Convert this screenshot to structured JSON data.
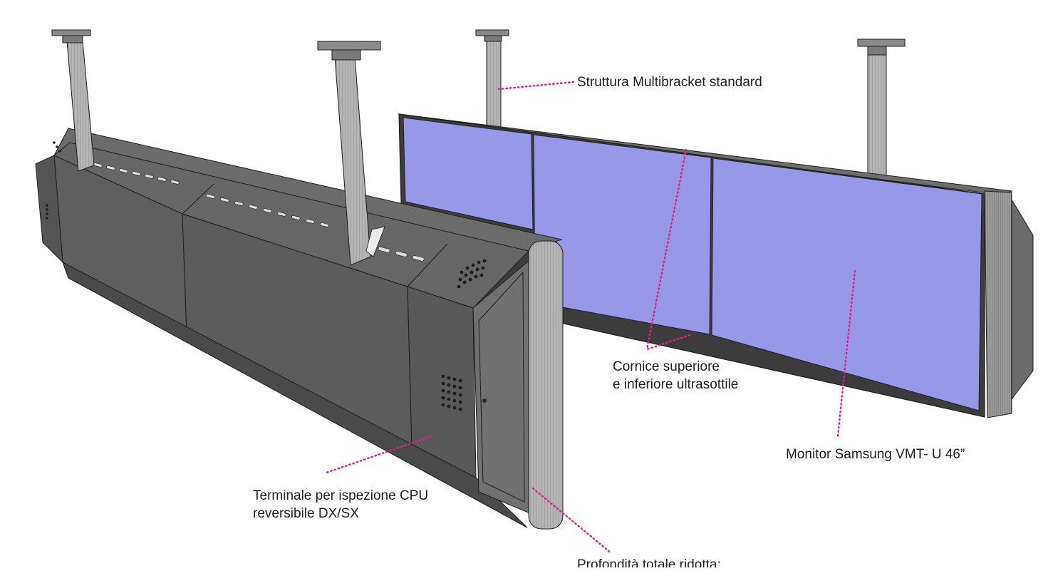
{
  "colors": {
    "leader": "#e0208a",
    "screen": "#9898e8",
    "body_dark": "#5a5a5a",
    "body_mid": "#6b6b6b",
    "body_light": "#8a8a8a",
    "pole": "#a8a8a8",
    "outline": "#1e1e1e"
  },
  "labels": {
    "struttura": "Struttura Multibracket standard",
    "cornice_line1": "Cornice superiore",
    "cornice_line2": "e inferiore ultrasottile",
    "monitor": "Monitor Samsung VMT- U 46”",
    "terminale_line1": "Terminale per ispezione CPU",
    "terminale_line2": "reversibile DX/SX",
    "profondita": "Profondità totale ridotta:"
  }
}
